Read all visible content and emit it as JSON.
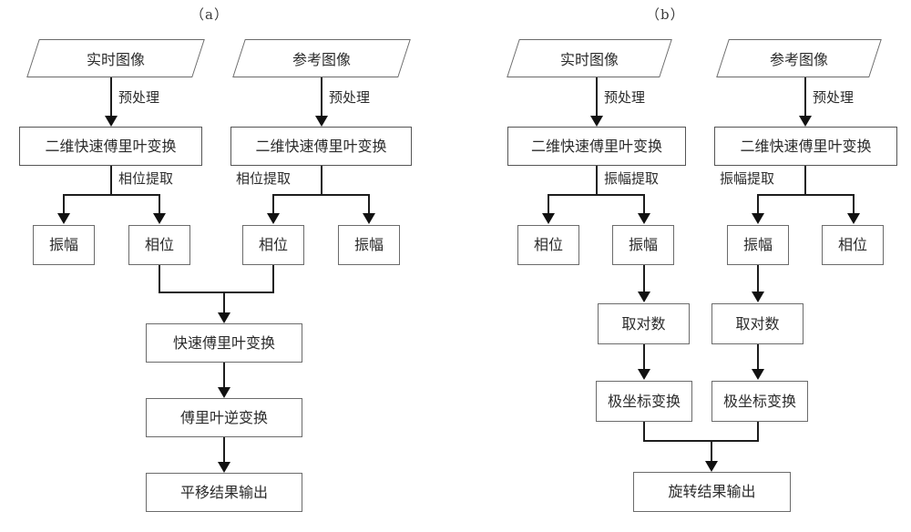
{
  "figure": {
    "panels": [
      {
        "id": "a",
        "title": "（a）"
      },
      {
        "id": "b",
        "title": "（b）"
      }
    ]
  },
  "panel_a": {
    "inputs": [
      {
        "name": "live-image",
        "label": "实时图像"
      },
      {
        "name": "reference-image",
        "label": "参考图像"
      }
    ],
    "edge_labels": {
      "preprocess_left": "预处理",
      "preprocess_right": "预处理",
      "extract_left": "相位提取",
      "extract_right": "相位提取"
    },
    "transform_left": "二维快速傅里叶变换",
    "transform_right": "二维快速傅里叶变换",
    "branch_left": [
      {
        "name": "amplitude",
        "label": "振幅"
      },
      {
        "name": "phase",
        "label": "相位"
      }
    ],
    "branch_right": [
      {
        "name": "phase",
        "label": "相位"
      },
      {
        "name": "amplitude",
        "label": "振幅"
      }
    ],
    "chain": [
      {
        "name": "fft",
        "label": "快速傅里叶变换"
      },
      {
        "name": "ifft",
        "label": "傅里叶逆变换"
      },
      {
        "name": "translation-output",
        "label": "平移结果输出"
      }
    ]
  },
  "panel_b": {
    "inputs": [
      {
        "name": "live-image",
        "label": "实时图像"
      },
      {
        "name": "reference-image",
        "label": "参考图像"
      }
    ],
    "edge_labels": {
      "preprocess_left": "预处理",
      "preprocess_right": "预处理",
      "extract_left": "振幅提取",
      "extract_right": "振幅提取"
    },
    "transform_left": "二维快速傅里叶变换",
    "transform_right": "二维快速傅里叶变换",
    "branch_left": [
      {
        "name": "phase",
        "label": "相位"
      },
      {
        "name": "amplitude",
        "label": "振幅"
      }
    ],
    "branch_right": [
      {
        "name": "amplitude",
        "label": "振幅"
      },
      {
        "name": "phase",
        "label": "相位"
      }
    ],
    "log_left": "取对数",
    "log_right": "取对数",
    "polar_left": "极坐标变换",
    "polar_right": "极坐标变换",
    "output": "旋转结果输出"
  },
  "style": {
    "line_color": "#1d1d1d",
    "box_border": "#6b6b6b",
    "text_color": "#2b2b2b",
    "background": "#ffffff"
  }
}
